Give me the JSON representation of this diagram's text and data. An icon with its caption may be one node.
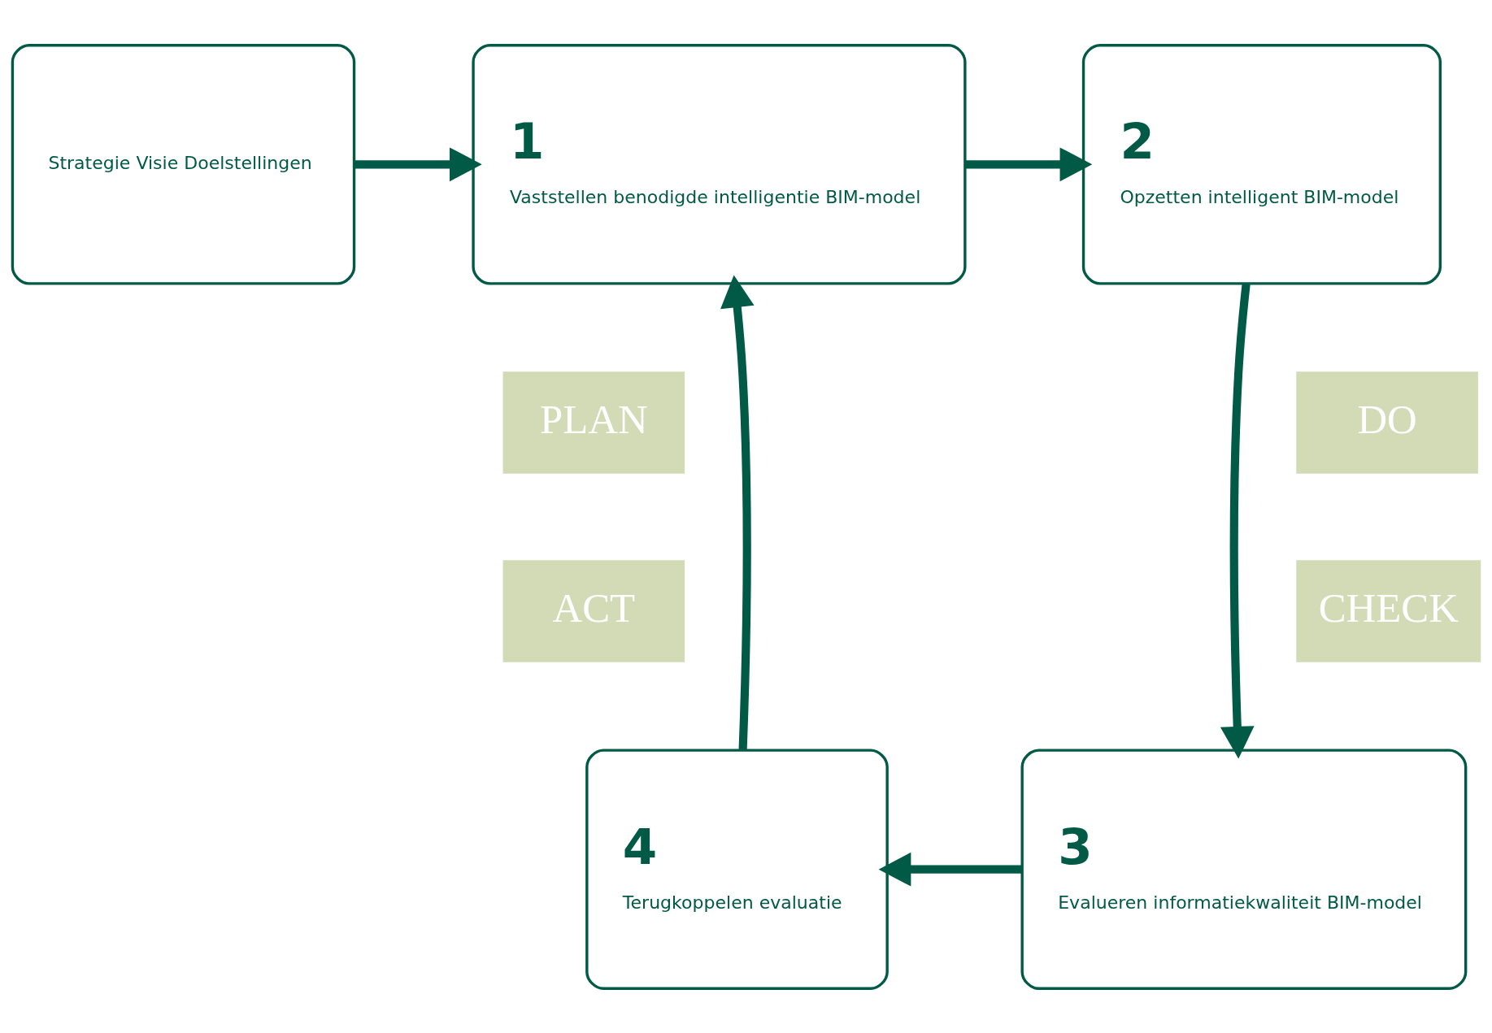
{
  "diagram": {
    "nodes": [
      {
        "text": [
          "Strategie Visie Doelstellingen"
        ]
      },
      {
        "text": [
          "1",
          "Vaststellen benodigde intelligentie BIM-model"
        ]
      },
      {
        "text": [
          "2",
          "Opzetten intelligent BIM-model"
        ]
      },
      {
        "text": [
          "3",
          "Evalueren informatiekwaliteit BIM-model"
        ]
      },
      {
        "text": [
          "4",
          "Terugkoppelen evaluatie"
        ]
      }
    ],
    "edges": [
      {
        "from": 0,
        "to": 1,
        "arrow": "to"
      },
      {
        "from": 1,
        "to": 2,
        "arrow": "to"
      },
      {
        "from": 2,
        "to": 3,
        "arrow": "to"
      },
      {
        "from": 3,
        "to": 4,
        "arrow": "to"
      },
      {
        "from": 4,
        "to": 1,
        "arrow": "to"
      }
    ],
    "labels": [
      "PLAN",
      "DO",
      "ACT",
      "CHECK"
    ]
  }
}
